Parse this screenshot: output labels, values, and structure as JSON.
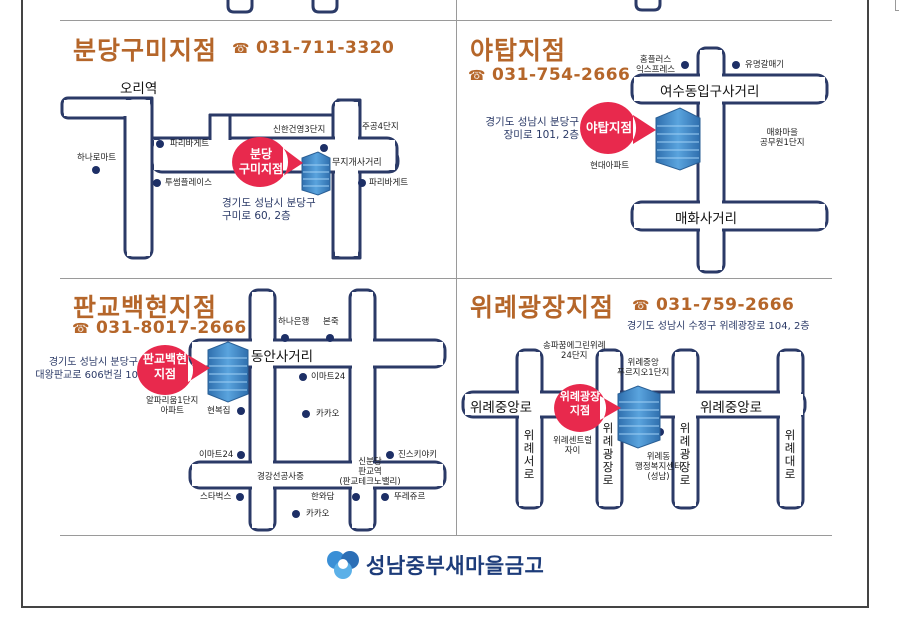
{
  "branches": {
    "bundang_gumi": {
      "name": "분당구미지점",
      "phone": "031-711-3320",
      "address": [
        "경기도 성남시 분당구",
        "구미로 60, 2층"
      ],
      "spot": [
        "분당",
        "구미지점"
      ],
      "labels": {
        "station": "오리역",
        "paris": "파리바게트",
        "hana_mart": "하나로마트",
        "twosome": "투썸플레이스",
        "shinhan": "신한건영3단지",
        "jugong": "주공4단지",
        "muji": "무지개사거리",
        "paris2": "파리바게트"
      }
    },
    "yatap": {
      "name": "야탑지점",
      "phone": "031-754-2666",
      "address": [
        "경기도 성남시 분당구",
        "장미로 101, 2층"
      ],
      "spot": [
        "야탑지점"
      ],
      "labels": {
        "homeplus": [
          "홈플러스",
          "익스프레스"
        ],
        "galbi": "유명갈매기",
        "yeosu": "여수동입구사거리",
        "maehwa_apt": [
          "매화마을",
          "공무원1단지"
        ],
        "hyundai": "현대아파트",
        "maehwa_cross": "매화사거리"
      }
    },
    "pangyo_baekhyun": {
      "name": "판교백현지점",
      "phone": "031-8017-2666",
      "address": [
        "경기도 성남시 분당구",
        "대왕판교로 606번길 10"
      ],
      "spot": [
        "판교백현",
        "지점"
      ],
      "labels": {
        "hana_bank": "하나은행",
        "bonjuk": "본죽",
        "dongan": "동안사거리",
        "emart1": "이마트24",
        "alpharium": [
          "알파리움1단지",
          "아파트"
        ],
        "hyunbok": "현복집",
        "kakao1": "카카오",
        "emart2": "이마트24",
        "jins": "진스키야키",
        "gyeonggang": "경강선공사중",
        "station": [
          "신분당",
          "판교역",
          "(판교테크노밸리)"
        ],
        "starbucks": "스타벅스",
        "hanwadam": "한와담",
        "tous": "뚜레쥬르",
        "kakao2": "카카오"
      }
    },
    "wirye": {
      "name": "위례광장지점",
      "phone": "031-759-2666",
      "address": [
        "경기도 성남시 수정구 위례광장로 104, 2층"
      ],
      "spot": [
        "위례광장",
        "지점"
      ],
      "labels": {
        "songpa": [
          "송파꿈에그린위례",
          "24단지"
        ],
        "wirye_apt": [
          "위례중앙",
          "푸르지오1단지"
        ],
        "road_center_w": "위례중앙로",
        "road_center_e": "위례중앙로",
        "road_seo": "위례서로",
        "road_gwangjang_1": "위례광장로",
        "road_gwangjang_2": "위례광장로",
        "road_dae": "위례대로",
        "center_tower": [
          "위례센트럴",
          "자이"
        ],
        "welfare": [
          "위례동",
          "행정복지센터",
          "(성남)"
        ]
      }
    }
  },
  "footer": {
    "brand": "성남중부새마을금고"
  },
  "colors": {
    "title": "#b5662a",
    "road_border": "#2b3a67",
    "pin": "#e8294d",
    "building": "#3a7fbf",
    "logo": "#1d3c7a"
  }
}
